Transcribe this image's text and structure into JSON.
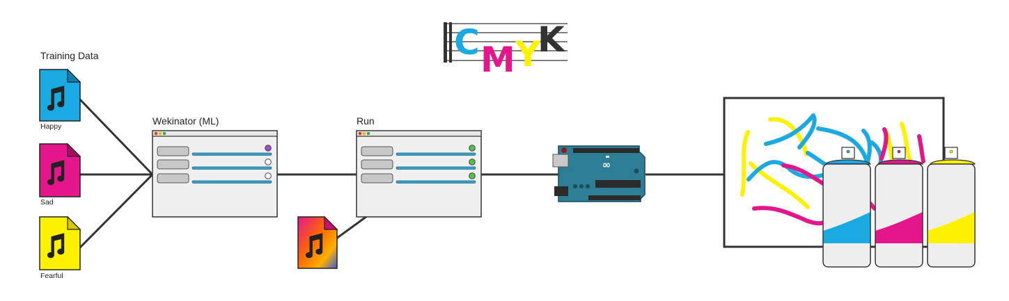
{
  "logo": {
    "letters": [
      "C",
      "M",
      "Y",
      "K"
    ]
  },
  "training": {
    "heading": "Training Data",
    "files": [
      {
        "label": "Happy",
        "color": "#1aa9e1"
      },
      {
        "label": "Sad",
        "color": "#e5158c"
      },
      {
        "label": "Fearful",
        "color": "#fff200"
      }
    ]
  },
  "wekinator": {
    "heading": "Wekinator (ML)",
    "indicators": [
      "#a54ad0",
      "#ffffff",
      "#ffffff"
    ]
  },
  "run": {
    "heading": "Run",
    "indicators": [
      "#52c24a",
      "#52c24a",
      "#52c24a"
    ]
  },
  "colors": {
    "cyan": "#1aa9e1",
    "magenta": "#e5158c",
    "yellow": "#fff200",
    "arduino": "#2d7e95",
    "window_bg": "#f0f0f0",
    "line": "#333333"
  }
}
